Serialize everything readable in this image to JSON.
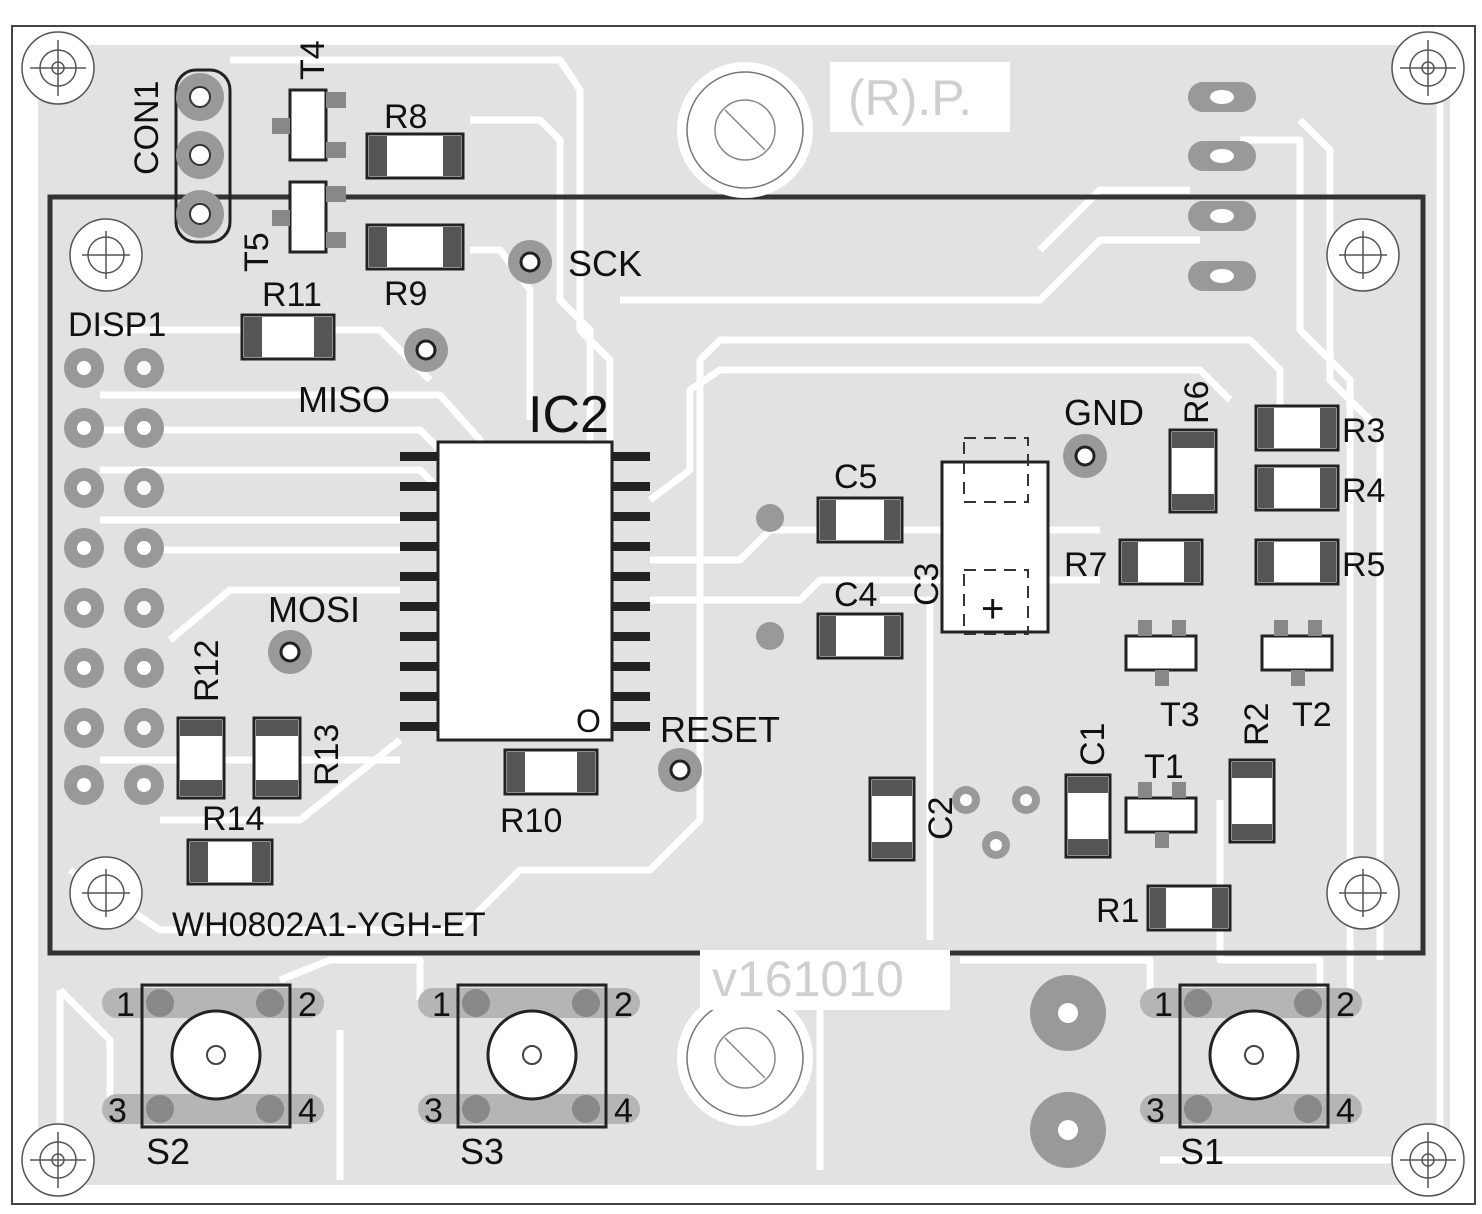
{
  "board": {
    "copyright_mark": "(R).P.",
    "version": "v161010",
    "display_part": "WH0802A1-YGH-ET"
  },
  "labels": {
    "con1": "CON1",
    "t4": "T4",
    "t5": "T5",
    "r8": "R8",
    "r9": "R9",
    "r11": "R11",
    "disp1": "DISP1",
    "sck": "SCK",
    "miso": "MISO",
    "mosi": "MOSI",
    "ic2": "IC2",
    "ic2_pin1_marker": "O",
    "reset": "RESET",
    "gnd": "GND",
    "c5": "C5",
    "c4": "C4",
    "c3": "C3",
    "c3_plus": "+",
    "r6": "R6",
    "r3": "R3",
    "r4": "R4",
    "r7": "R7",
    "r5": "R5",
    "t3": "T3",
    "t2": "T2",
    "r2": "R2",
    "c1": "C1",
    "t1": "T1",
    "c2": "C2",
    "r1": "R1",
    "r12": "R12",
    "r13": "R13",
    "r14": "R14",
    "r10": "R10",
    "s1": "S1",
    "s2": "S2",
    "s3": "S3"
  },
  "switch_pins": {
    "p1": "1",
    "p2": "2",
    "p3": "3",
    "p4": "4"
  },
  "colors": {
    "board_fill": "#e2e2e2",
    "trace_gap": "#ffffff",
    "outline": "#333333",
    "pad": "#8a8a8a",
    "component_body": "#444444"
  }
}
